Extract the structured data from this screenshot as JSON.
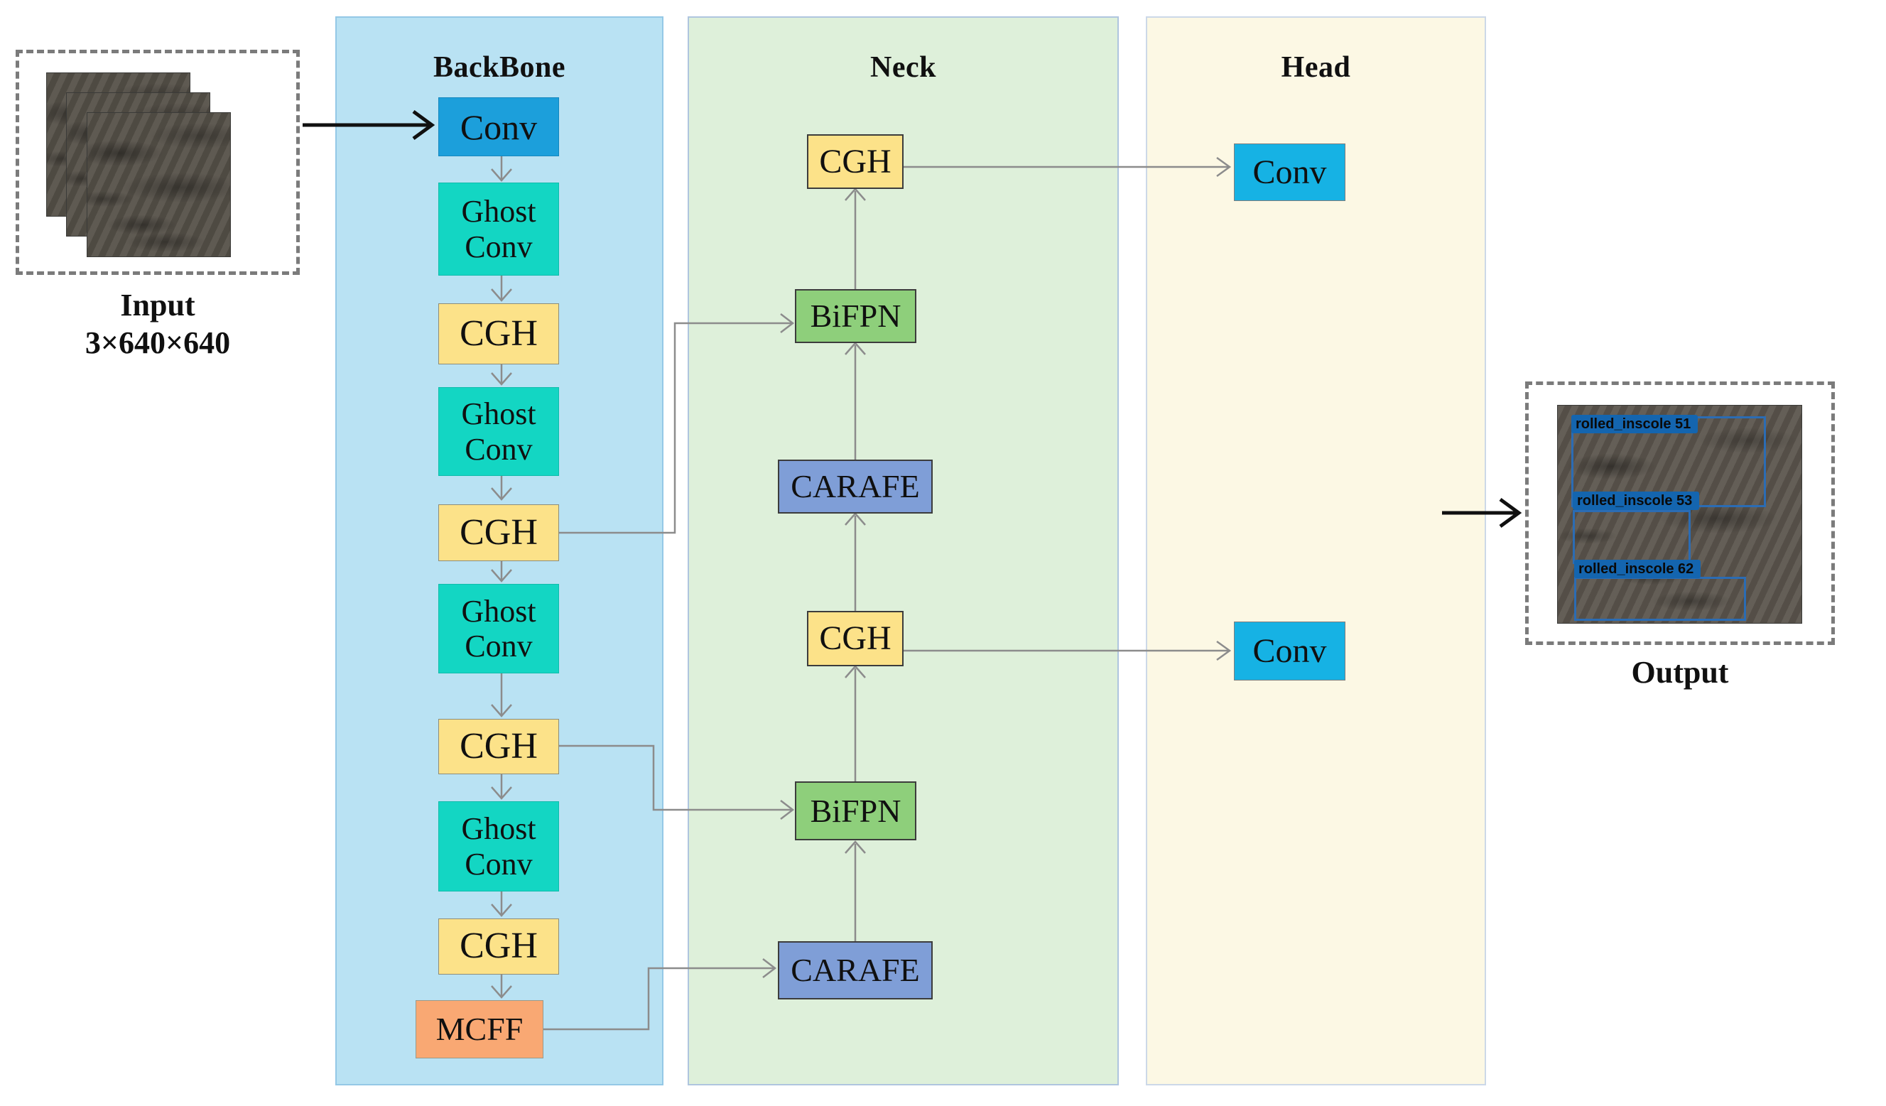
{
  "input": {
    "label": "Input",
    "dims": "3×640×640"
  },
  "backbone": {
    "title": "BackBone",
    "nodes": [
      {
        "label": "Conv",
        "type": "conv",
        "color": "#1c9fdb"
      },
      {
        "label": "Ghost Conv",
        "type": "ghost",
        "color": "#13d6c3"
      },
      {
        "label": "CGH",
        "type": "cgh",
        "color": "#fce289"
      },
      {
        "label": "Ghost Conv",
        "type": "ghost",
        "color": "#13d6c3"
      },
      {
        "label": "CGH",
        "type": "cgh",
        "color": "#fce289"
      },
      {
        "label": "Ghost Conv",
        "type": "ghost",
        "color": "#13d6c3"
      },
      {
        "label": "CGH",
        "type": "cgh",
        "color": "#fce289"
      },
      {
        "label": "Ghost Conv",
        "type": "ghost",
        "color": "#13d6c3"
      },
      {
        "label": "CGH",
        "type": "cgh",
        "color": "#fce289"
      },
      {
        "label": "MCFF",
        "type": "mcff",
        "color": "#f9a873"
      }
    ]
  },
  "neck": {
    "title": "Neck",
    "nodes": [
      {
        "label": "CGH",
        "type": "cgh",
        "color": "#fce289"
      },
      {
        "label": "BiFPN",
        "type": "bifpn",
        "color": "#8ecf7b"
      },
      {
        "label": "CARAFE",
        "type": "carafe",
        "color": "#7f9ed7"
      },
      {
        "label": "CGH",
        "type": "cgh",
        "color": "#fce289"
      },
      {
        "label": "BiFPN",
        "type": "bifpn",
        "color": "#8ecf7b"
      },
      {
        "label": "CARAFE",
        "type": "carafe",
        "color": "#7f9ed7"
      }
    ]
  },
  "head": {
    "title": "Head",
    "nodes": [
      {
        "label": "Conv",
        "type": "headconv",
        "color": "#16b2e4"
      },
      {
        "label": "Conv",
        "type": "headconv",
        "color": "#16b2e4"
      }
    ]
  },
  "output": {
    "label": "Output",
    "detections": [
      {
        "label": "rolled_inscole 51"
      },
      {
        "label": "rolled_inscole 53"
      },
      {
        "label": "rolled_inscole 62"
      }
    ]
  },
  "connections": [
    "Input → BackBone.Conv",
    "BackBone chain: Conv → Ghost Conv → CGH → Ghost Conv → CGH → Ghost Conv → CGH → Ghost Conv → CGH → MCFF (downward)",
    "BackBone.CGH(2nd) → Neck.BiFPN(top)",
    "BackBone.CGH(3rd) → Neck.BiFPN(bottom)",
    "BackBone.MCFF → Neck.CARAFE(bottom)",
    "Neck chain upward: CARAFE → BiFPN → CGH → CARAFE → BiFPN → CGH",
    "Neck.CGH(top) → Head.Conv(top)",
    "Neck.CGH(middle) → Head.Conv(bottom)",
    "Head → Output"
  ],
  "colors": {
    "backbone_panel": "#b9e2f3",
    "neck_panel": "#def0da",
    "head_panel": "#fcf8e4",
    "conv": "#1c9fdb",
    "ghost_conv": "#13d6c3",
    "cgh": "#fce289",
    "mcff": "#f9a873",
    "bifpn": "#8ecf7b",
    "carafe": "#7f9ed7",
    "head_conv": "#16b2e4",
    "detection_banner": "#1465af",
    "connector_line": "#8c8c8c",
    "io_arrow": "#101010"
  }
}
